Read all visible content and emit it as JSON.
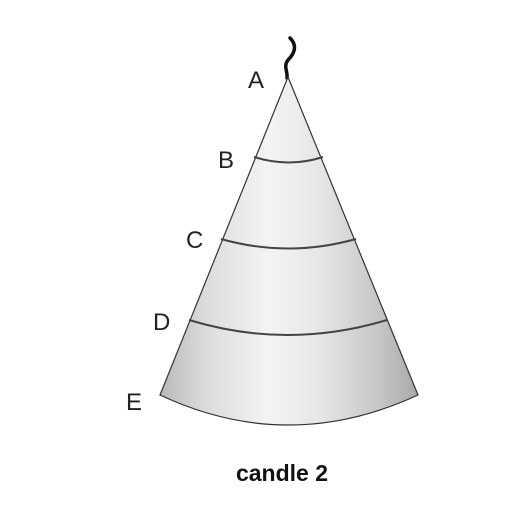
{
  "labels": {
    "a": "A",
    "b": "B",
    "c": "C",
    "d": "D",
    "e": "E"
  },
  "caption": "candle 2"
}
